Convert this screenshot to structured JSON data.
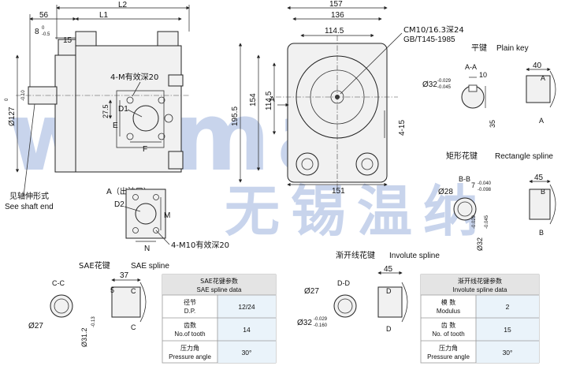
{
  "watermark": {
    "latin": "wema",
    "chinese": "无锡温纳"
  },
  "front_view": {
    "dims": {
      "l2": "L2",
      "l1": "L1",
      "d56": "56",
      "d8": "8",
      "d8_tol_upper": "0",
      "d8_tol_lower": "-0.5",
      "d15": "15",
      "d127": "Ø127",
      "d127_tol_upper": "0",
      "d127_tol_lower": "-0.10",
      "d275": "27.5"
    },
    "labels": {
      "thread_holes": "4-M有效深20",
      "d1": "D1",
      "e": "E",
      "f": "F",
      "shaft_note_cn": "见轴伸形式",
      "shaft_note_en": "See shaft end"
    }
  },
  "outlet_view": {
    "title": "A（出油口）",
    "d2": "D2",
    "m": "M",
    "n": "N",
    "thread_note": "4-M10有效深20"
  },
  "side_view": {
    "d157": "157",
    "d136": "136",
    "d1145": "114.5",
    "d1955": "195.5",
    "d154": "154",
    "d1145v": "114.5",
    "d151": "151",
    "d415": "4-15",
    "section_a": "A",
    "thread": "CM10/16.3深24",
    "standard": "GB/T145-1985"
  },
  "plain_key": {
    "title_cn": "平键",
    "title_en": "Plain key",
    "section": "A-A",
    "d32": "Ø32",
    "d32_tol_upper": "-0.029",
    "d32_tol_lower": "-0.045",
    "d10": "10",
    "d35": "35",
    "d40": "40",
    "a_top": "A",
    "a_bottom": "A"
  },
  "rect_spline": {
    "title_cn": "矩形花键",
    "title_en": "Rectangle spline",
    "section": "B-B",
    "d28": "Ø28",
    "d7": "7",
    "d7_tol_upper": "-0.040",
    "d7_tol_lower": "-0.098",
    "d32": "Ø32",
    "d32_tol_upper": "-0.029",
    "d32_tol_lower": "-0.045",
    "d45": "45",
    "b_top": "B",
    "b_bottom": "B"
  },
  "sae_spline": {
    "title_cn": "SAE花键",
    "title_en": "SAE spline",
    "section": "C-C",
    "d27": "Ø27",
    "d312": "Ø31.2",
    "d312_tol": "-0.13",
    "d37": "37",
    "d5": "5",
    "c_top": "C",
    "c_bottom": "C",
    "table": {
      "header_cn": "SAE花键参数",
      "header_en": "SAE spline data",
      "rows": [
        {
          "name_cn": "径节",
          "name_en": "D.P.",
          "value": "12/24"
        },
        {
          "name_cn": "齿数",
          "name_en": "No.of tooth",
          "value": "14"
        },
        {
          "name_cn": "压力角",
          "name_en": "Pressure angle",
          "value": "30°"
        }
      ]
    }
  },
  "involute_spline": {
    "title_cn": "渐开线花键",
    "title_en": "Involute spline",
    "section": "D-D",
    "d27": "Ø27",
    "d32": "Ø32",
    "d32_tol_upper": "-0.029",
    "d32_tol_lower": "-0.160",
    "d45": "45",
    "d_top": "D",
    "d_bottom": "D",
    "table": {
      "header_cn": "渐开线花键参数",
      "header_en": "Involute  spline data",
      "rows": [
        {
          "name_cn": "模  数",
          "name_en": "Modulus",
          "value": "2"
        },
        {
          "name_cn": "齿  数",
          "name_en": "No. of tooth",
          "value": "15"
        },
        {
          "name_cn": "压力角",
          "name_en": "Pressure angle",
          "value": "30°"
        }
      ]
    }
  }
}
